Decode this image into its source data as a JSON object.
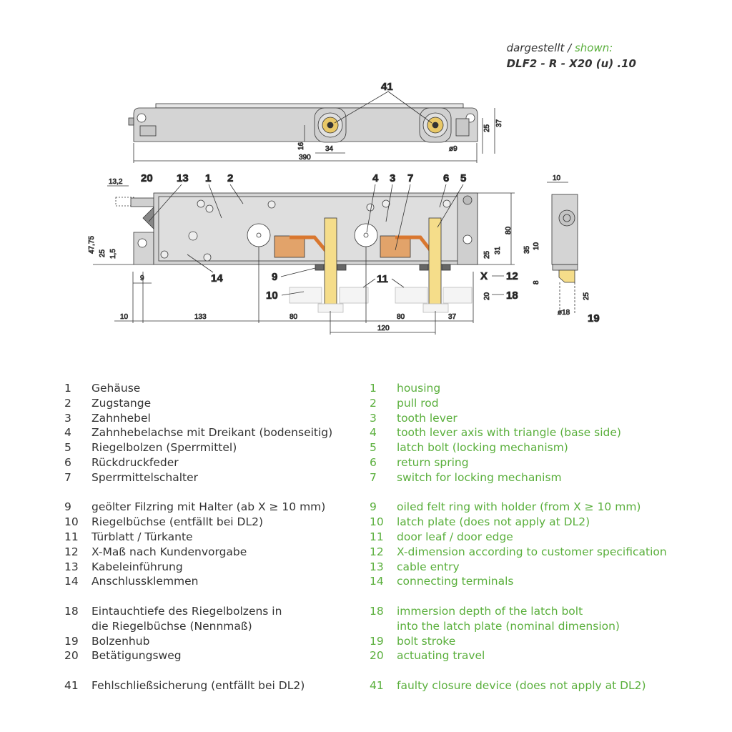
{
  "header": {
    "shown_de": "dargestellt /",
    "shown_en": "shown:",
    "model": "DLF2 - R - X20 (u) .10"
  },
  "diagram": {
    "callouts": {
      "c41": "41",
      "c20": "20",
      "c13": "13",
      "c1": "1",
      "c2": "2",
      "c4": "4",
      "c3": "3",
      "c7": "7",
      "c6": "6",
      "c5": "5",
      "c14": "14",
      "c9": "9",
      "c10": "10",
      "c11": "11",
      "cX": "X",
      "c12": "12",
      "c18": "18",
      "c19": "19"
    },
    "dimensions": {
      "top_25": "25",
      "top_37": "37",
      "top_16": "16",
      "top_34": "34",
      "top_d9": "ø9",
      "top_390": "390",
      "d13_2": "13,2",
      "d47_75": "47,75",
      "d25_left": "25",
      "d1_5": "1,5",
      "d9": "9",
      "d10": "10",
      "d133": "133",
      "d80a": "80",
      "d80b": "80",
      "d37": "37",
      "d120": "120",
      "d25_right": "25",
      "d31": "31",
      "d80_h": "80",
      "d20": "20",
      "s10": "10",
      "s35": "35",
      "s10b": "10",
      "s8": "8",
      "s25": "25",
      "sd18": "ø18"
    },
    "colors": {
      "body": "#d4d4d4",
      "bolt": "#f5dd8a",
      "switch": "#d9772f",
      "green": "#5aaf3c"
    }
  },
  "legend": {
    "groups": [
      [
        {
          "num": "1",
          "de": "Gehäuse",
          "en": "housing"
        },
        {
          "num": "2",
          "de": "Zugstange",
          "en": "pull rod"
        },
        {
          "num": "3",
          "de": "Zahnhebel",
          "en": "tooth lever"
        },
        {
          "num": "4",
          "de": "Zahnhebelachse mit Dreikant (bodenseitig)",
          "en": "tooth lever axis with triangle (base side)"
        },
        {
          "num": "5",
          "de": "Riegelbolzen (Sperrmittel)",
          "en": "latch bolt (locking mechanism)"
        },
        {
          "num": "6",
          "de": "Rückdruckfeder",
          "en": "return spring"
        },
        {
          "num": "7",
          "de": "Sperrmittelschalter",
          "en": "switch for locking mechanism"
        }
      ],
      [
        {
          "num": "9",
          "de": "geölter Filzring mit Halter (ab X ≥ 10 mm)",
          "en": "oiled felt ring with holder (from X ≥ 10 mm)"
        },
        {
          "num": "10",
          "de": "Riegelbüchse (entfällt bei DL2)",
          "en": "latch plate (does not apply at DL2)"
        },
        {
          "num": "11",
          "de": "Türblatt / Türkante",
          "en": "door leaf / door edge"
        },
        {
          "num": "12",
          "de": "X-Maß nach Kundenvorgabe",
          "en": "X-dimension according to customer specification"
        },
        {
          "num": "13",
          "de": "Kabeleinführung",
          "en": "cable entry"
        },
        {
          "num": "14",
          "de": "Anschlussklemmen",
          "en": "connecting terminals"
        }
      ],
      [
        {
          "num": "18",
          "de": "Eintauchtiefe des Riegelbolzens in\ndie Riegelbüchse (Nennmaß)",
          "en": "immersion depth of the latch bolt\ninto the latch plate (nominal dimension)"
        },
        {
          "num": "19",
          "de": "Bolzenhub",
          "en": "bolt stroke"
        },
        {
          "num": "20",
          "de": "Betätigungsweg",
          "en": "actuating travel"
        }
      ],
      [
        {
          "num": "41",
          "de": "Fehlschließsicherung (entfällt bei DL2)",
          "en": "faulty closure device (does not apply at DL2)"
        }
      ]
    ]
  }
}
